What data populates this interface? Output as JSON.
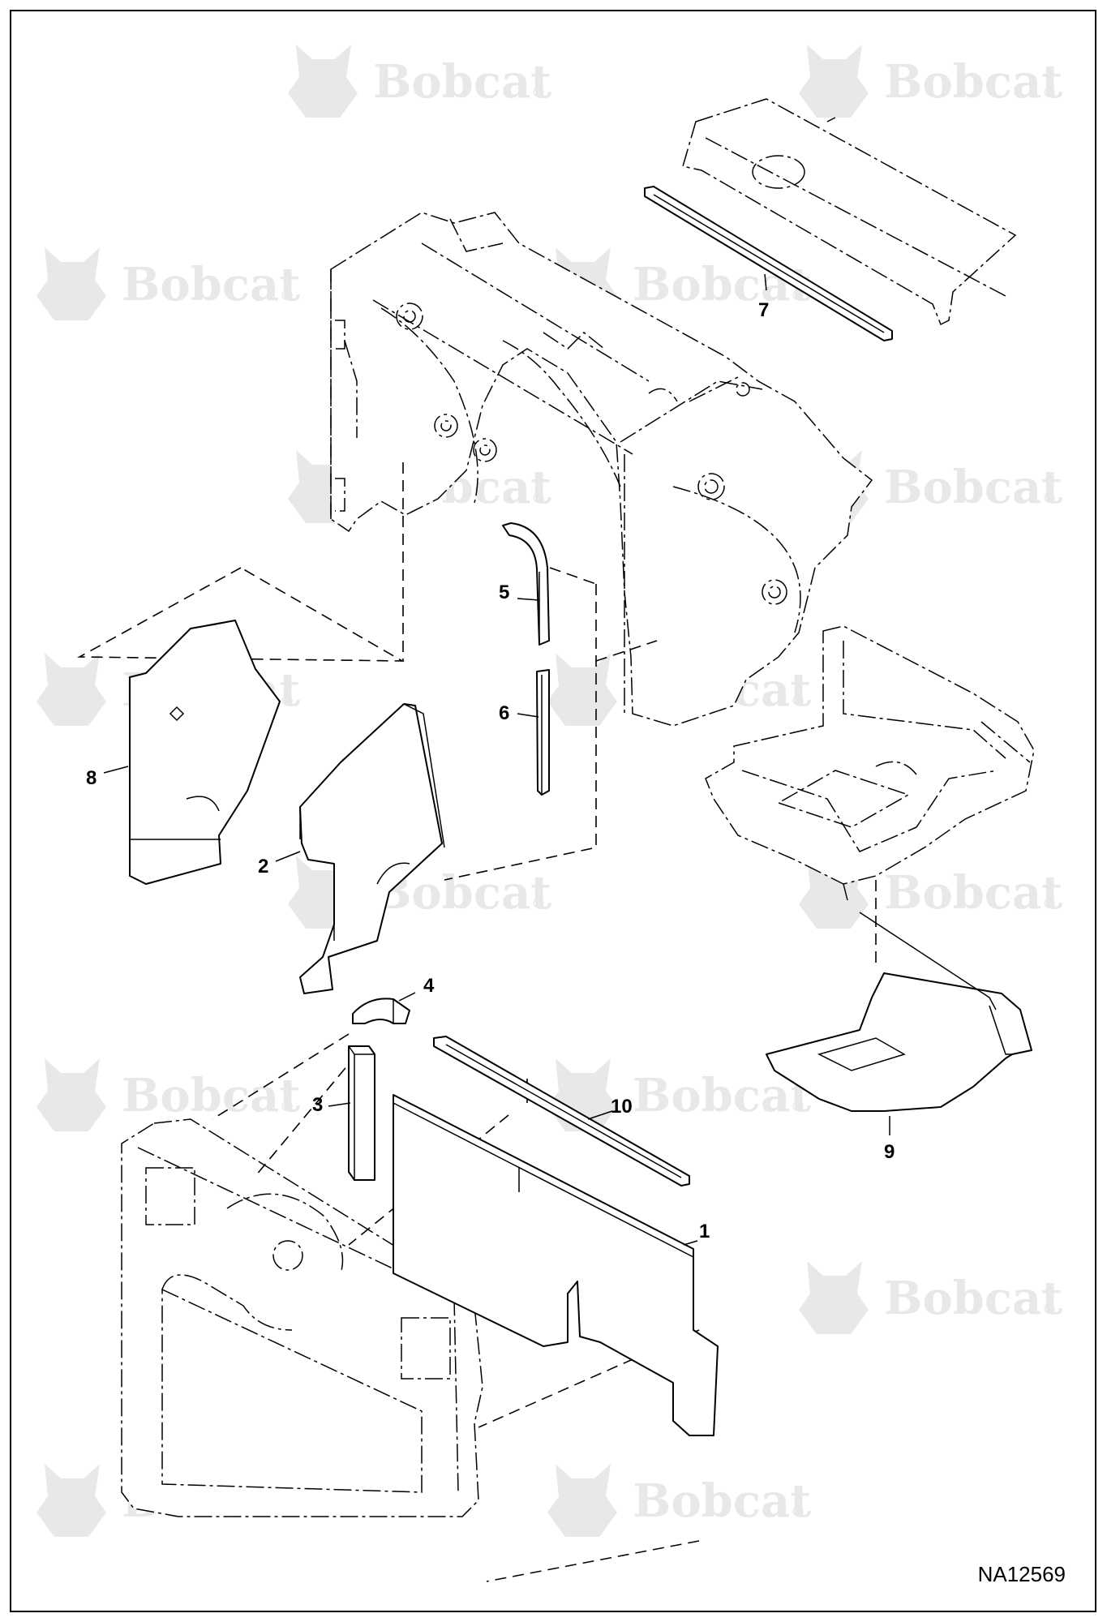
{
  "figure": {
    "drawing_number": "NA12569",
    "watermark_text": "Bobcat",
    "watermark_registered": "®",
    "colors": {
      "line": "#000000",
      "watermark": "#e8e8e8",
      "background": "#ffffff"
    }
  },
  "callouts": [
    {
      "id": "1",
      "label": "1"
    },
    {
      "id": "2",
      "label": "2"
    },
    {
      "id": "3",
      "label": "3"
    },
    {
      "id": "4",
      "label": "4"
    },
    {
      "id": "5",
      "label": "5"
    },
    {
      "id": "6",
      "label": "6"
    },
    {
      "id": "7",
      "label": "7"
    },
    {
      "id": "8",
      "label": "8"
    },
    {
      "id": "9",
      "label": "9"
    },
    {
      "id": "10",
      "label": "10"
    }
  ]
}
